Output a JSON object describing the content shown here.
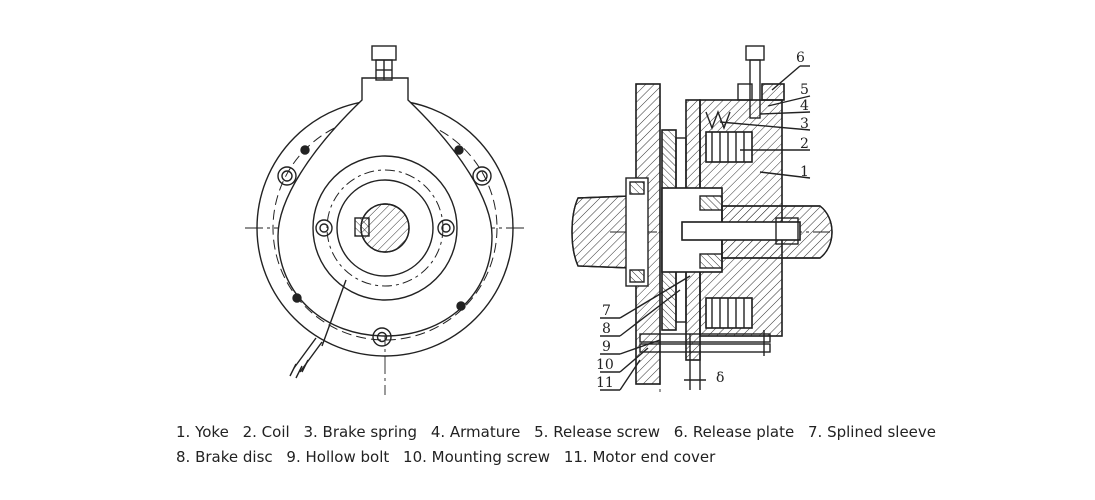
{
  "callouts": [
    "6",
    "5",
    "4",
    "3",
    "2",
    "1",
    "7",
    "8",
    "9",
    "10",
    "11"
  ],
  "clearance_symbol": "δ",
  "legend": {
    "line1": [
      "1. Yoke",
      "2. Coil",
      "3. Brake spring",
      "4. Armature",
      "5. Release screw",
      "6. Release plate",
      "7. Splined sleeve"
    ],
    "line2": [
      "8. Brake disc",
      "9. Hollow bolt",
      "10. Mounting screw",
      "11. Motor end cover"
    ]
  }
}
